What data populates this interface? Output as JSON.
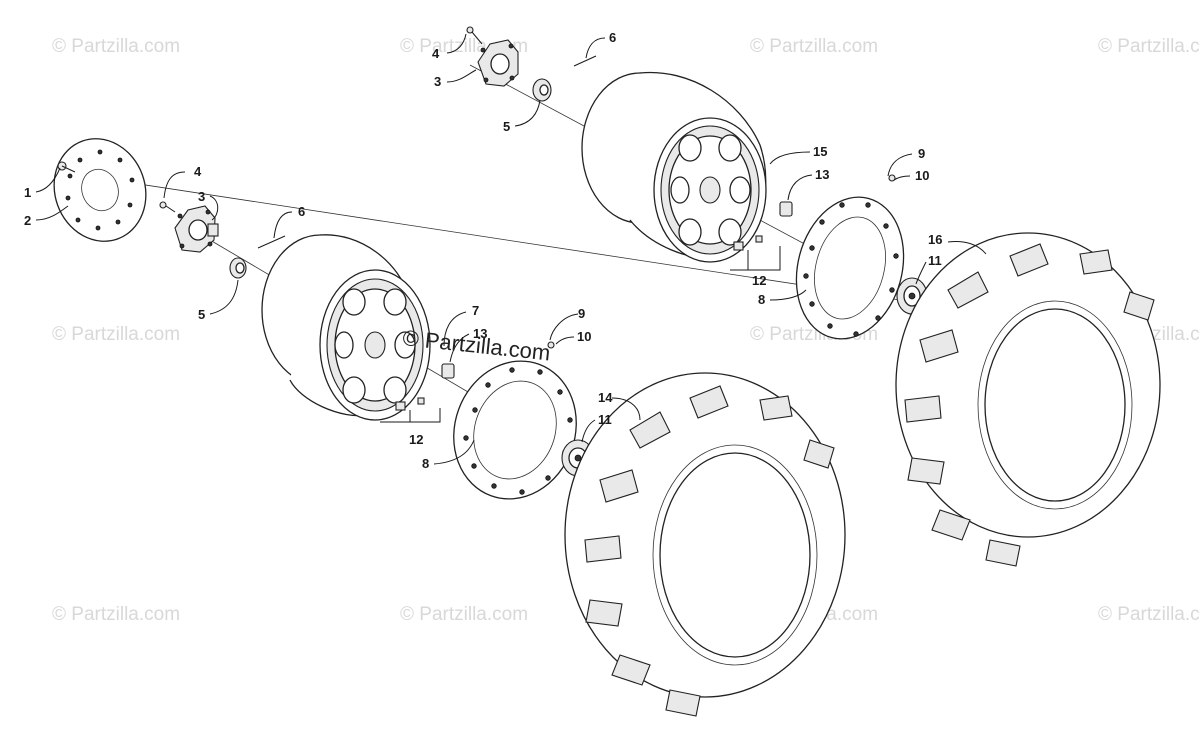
{
  "diagram": {
    "watermark": "© Partzilla.com",
    "main_watermark": "© Partzilla.com",
    "callouts": {
      "c1": "1",
      "c2": "2",
      "c3a": "3",
      "c4a": "4",
      "c5a": "5",
      "c6a": "6",
      "c3b": "3",
      "c4b": "4",
      "c5b": "5",
      "c6b": "6",
      "c7": "7",
      "c8a": "8",
      "c8b": "8",
      "c9a": "9",
      "c9b": "9",
      "c10a": "10",
      "c10b": "10",
      "c11a": "11",
      "c11b": "11",
      "c12a": "12",
      "c12b": "12",
      "c13a": "13",
      "c13b": "13",
      "c14": "14",
      "c15": "15",
      "c16": "16"
    }
  }
}
